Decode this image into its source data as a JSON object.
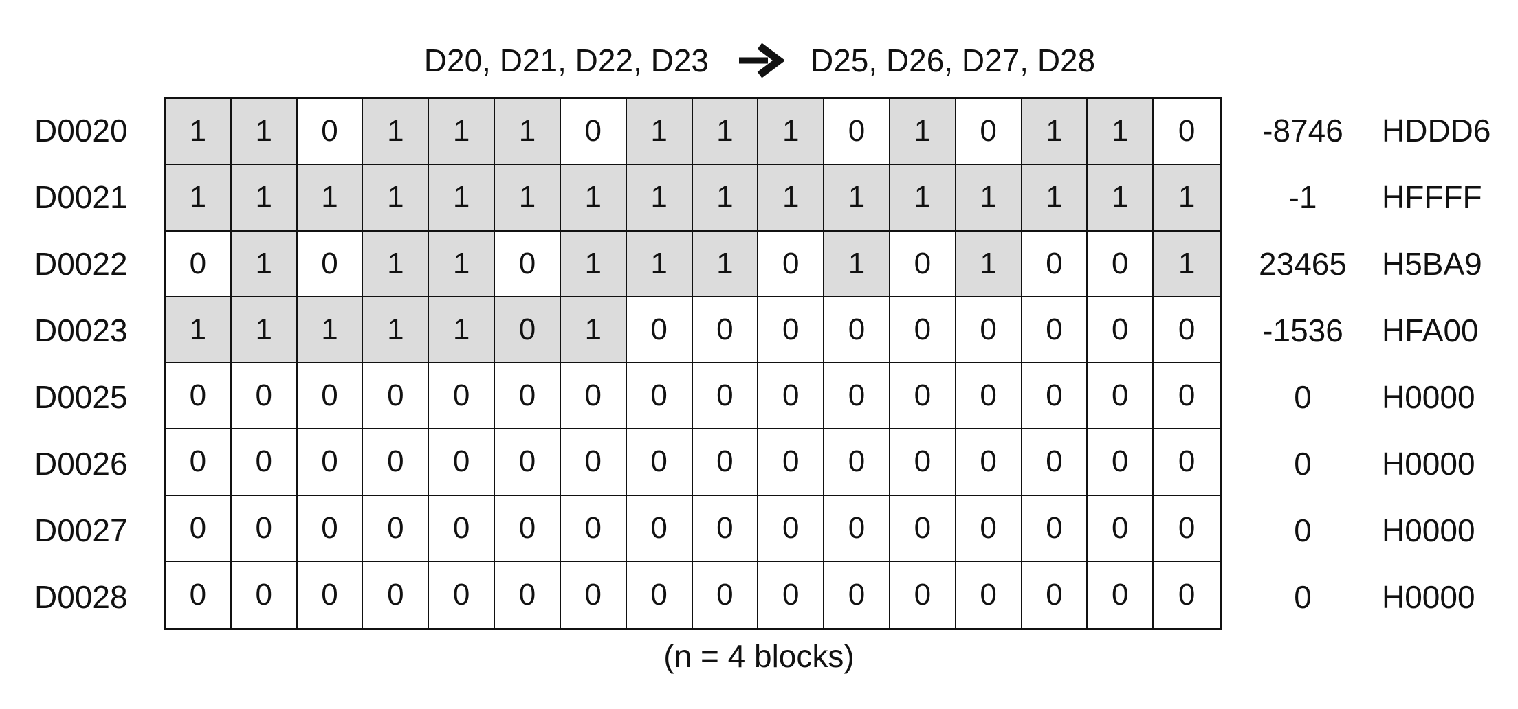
{
  "header": {
    "source_registers": "D20, D21, D22, D23",
    "destination_registers": "D25, D26, D27, D28",
    "arrow_icon": "arrow-right-icon"
  },
  "rows": [
    {
      "label": "D0020",
      "bits": [
        1,
        1,
        0,
        1,
        1,
        1,
        0,
        1,
        1,
        1,
        0,
        1,
        0,
        1,
        1,
        0
      ],
      "shaded": [
        1,
        1,
        0,
        1,
        1,
        1,
        0,
        1,
        1,
        1,
        0,
        1,
        0,
        1,
        1,
        0
      ],
      "decimal": "-8746",
      "hex": "HDDD6"
    },
    {
      "label": "D0021",
      "bits": [
        1,
        1,
        1,
        1,
        1,
        1,
        1,
        1,
        1,
        1,
        1,
        1,
        1,
        1,
        1,
        1
      ],
      "shaded": [
        1,
        1,
        1,
        1,
        1,
        1,
        1,
        1,
        1,
        1,
        1,
        1,
        1,
        1,
        1,
        1
      ],
      "decimal": "-1",
      "hex": "HFFFF"
    },
    {
      "label": "D0022",
      "bits": [
        0,
        1,
        0,
        1,
        1,
        0,
        1,
        1,
        1,
        0,
        1,
        0,
        1,
        0,
        0,
        1
      ],
      "shaded": [
        0,
        1,
        0,
        1,
        1,
        0,
        1,
        1,
        1,
        0,
        1,
        0,
        1,
        0,
        0,
        1
      ],
      "decimal": "23465",
      "hex": "H5BA9"
    },
    {
      "label": "D0023",
      "bits": [
        1,
        1,
        1,
        1,
        1,
        0,
        1,
        0,
        0,
        0,
        0,
        0,
        0,
        0,
        0,
        0
      ],
      "shaded": [
        1,
        1,
        1,
        1,
        1,
        1,
        1,
        0,
        0,
        0,
        0,
        0,
        0,
        0,
        0,
        0
      ],
      "decimal": "-1536",
      "hex": "HFA00"
    },
    {
      "label": "D0025",
      "bits": [
        0,
        0,
        0,
        0,
        0,
        0,
        0,
        0,
        0,
        0,
        0,
        0,
        0,
        0,
        0,
        0
      ],
      "shaded": [
        0,
        0,
        0,
        0,
        0,
        0,
        0,
        0,
        0,
        0,
        0,
        0,
        0,
        0,
        0,
        0
      ],
      "decimal": "0",
      "hex": "H0000"
    },
    {
      "label": "D0026",
      "bits": [
        0,
        0,
        0,
        0,
        0,
        0,
        0,
        0,
        0,
        0,
        0,
        0,
        0,
        0,
        0,
        0
      ],
      "shaded": [
        0,
        0,
        0,
        0,
        0,
        0,
        0,
        0,
        0,
        0,
        0,
        0,
        0,
        0,
        0,
        0
      ],
      "decimal": "0",
      "hex": "H0000"
    },
    {
      "label": "D0027",
      "bits": [
        0,
        0,
        0,
        0,
        0,
        0,
        0,
        0,
        0,
        0,
        0,
        0,
        0,
        0,
        0,
        0
      ],
      "shaded": [
        0,
        0,
        0,
        0,
        0,
        0,
        0,
        0,
        0,
        0,
        0,
        0,
        0,
        0,
        0,
        0
      ],
      "decimal": "0",
      "hex": "H0000"
    },
    {
      "label": "D0028",
      "bits": [
        0,
        0,
        0,
        0,
        0,
        0,
        0,
        0,
        0,
        0,
        0,
        0,
        0,
        0,
        0,
        0
      ],
      "shaded": [
        0,
        0,
        0,
        0,
        0,
        0,
        0,
        0,
        0,
        0,
        0,
        0,
        0,
        0,
        0,
        0
      ],
      "decimal": "0",
      "hex": "H0000"
    }
  ],
  "footer": {
    "note": "(n = 4 blocks)"
  },
  "colors": {
    "shaded_cell": "#dcdcdc",
    "plain_cell": "#ffffff",
    "line": "#111111"
  }
}
